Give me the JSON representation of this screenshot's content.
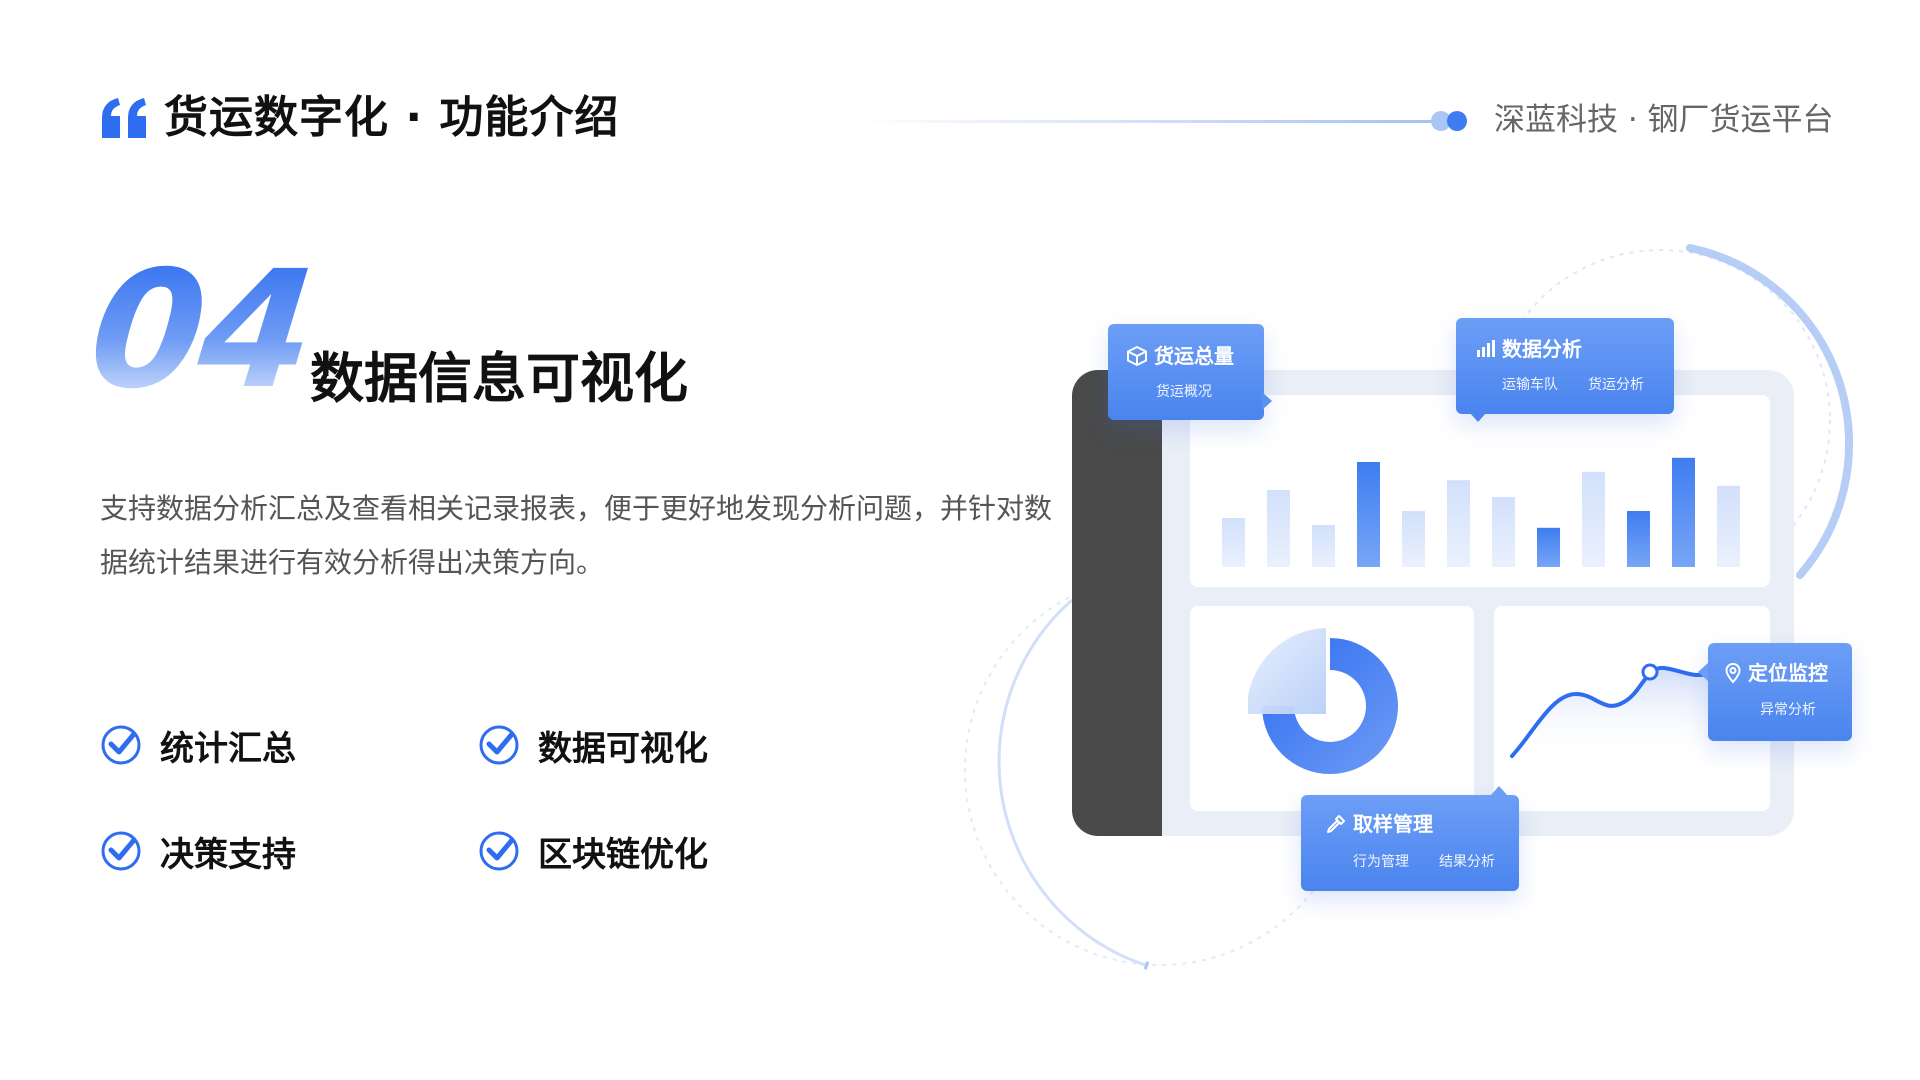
{
  "header": {
    "title": "货运数字化 · 功能介绍",
    "brand": "深蓝科技 · 钢厂货运平台"
  },
  "section": {
    "number": "04",
    "title": "数据信息可视化",
    "description": "支持数据分析汇总及查看相关记录报表，便于更好地发现分析问题，并针对数据统计结果进行有效分析得出决策方向。"
  },
  "features": [
    {
      "label": "统计汇总",
      "icon": "check-circle-icon"
    },
    {
      "label": "数据可视化",
      "icon": "check-circle-icon"
    },
    {
      "label": "决策支持",
      "icon": "check-circle-icon"
    },
    {
      "label": "区块链优化",
      "icon": "check-circle-icon"
    }
  ],
  "cards": {
    "volume": {
      "title": "货运总量",
      "sub": "货运概况",
      "icon": "box-icon"
    },
    "analysis": {
      "title": "数据分析",
      "subs": [
        "运输车队",
        "货运分析"
      ],
      "icon": "bar-chart-icon"
    },
    "location": {
      "title": "定位监控",
      "sub": "异常分析",
      "icon": "location-pin-icon"
    },
    "sampling": {
      "title": "取样管理",
      "subs": [
        "行为管理",
        "结果分析"
      ],
      "icon": "pipette-icon"
    }
  },
  "colors": {
    "accent": "#3e7df0",
    "accent_light": "#aac6f6",
    "text_dark": "#111111",
    "text_muted": "#555555"
  },
  "illustration_bars": [
    0.35,
    0.55,
    0.3,
    0.75,
    0.4,
    0.62,
    0.5,
    0.28,
    0.68,
    0.4,
    0.78,
    0.58
  ]
}
